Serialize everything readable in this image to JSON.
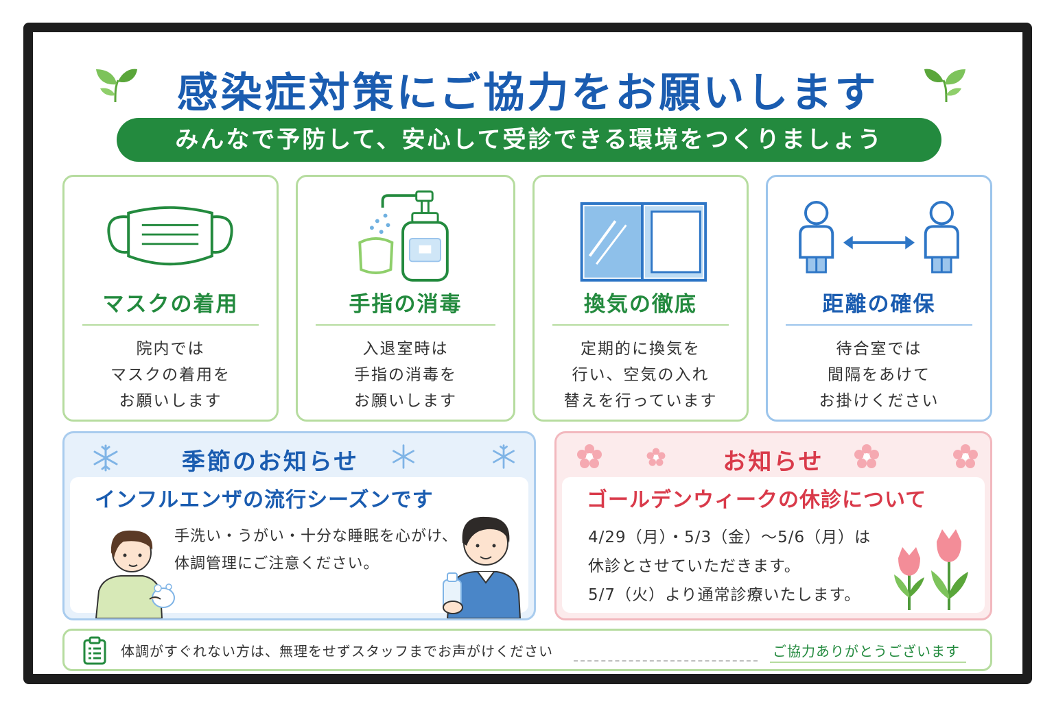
{
  "header": {
    "title": "感染症対策にご協力をお願いします",
    "subtitle": "みんなで予防して、安心して受診できる環境をつくりましょう"
  },
  "cards": [
    {
      "icon": "mask-icon",
      "title": "マスクの着用",
      "lines": [
        "院内では",
        "マスクの着用を",
        "お願いします"
      ]
    },
    {
      "icon": "sanitizer-icon",
      "title": "手指の消毒",
      "lines": [
        "入退室時は",
        "手指の消毒を",
        "お願いします"
      ]
    },
    {
      "icon": "window-icon",
      "title": "換気の徹底",
      "lines": [
        "定期的に換気を",
        "行い、空気の入れ",
        "替えを行っています"
      ]
    },
    {
      "icon": "distance-icon",
      "title": "距離の確保",
      "lines": [
        "待合室では",
        "間隔をあけて",
        "お掛けください"
      ]
    }
  ],
  "season": {
    "heading": "季節のお知らせ",
    "subheading": "インフルエンザの流行シーズンです",
    "lines": [
      "手洗い・うがい・十分な睡眠を心がけ、",
      "体調管理にご注意ください。"
    ]
  },
  "notice": {
    "heading": "お知らせ",
    "subheading": "ゴールデンウィークの休診について",
    "lines": [
      "4/29（月）・5/3（金）～5/6（月）は",
      "休診とさせていただきます。",
      "5/7（火）より通常診療いたします。"
    ]
  },
  "footer": {
    "message": "体調がすぐれない方は、無理をせずスタッフまでお声がけください",
    "thanks": "ご協力ありがとうございます"
  },
  "colors": {
    "title_blue": "#1a5cb0",
    "green": "#238a3e",
    "red": "#d93a4a",
    "green_border": "#b6dc9f",
    "blue_border": "#9cc5ec"
  }
}
